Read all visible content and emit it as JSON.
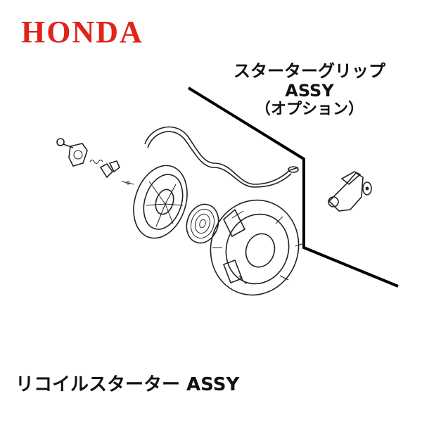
{
  "brand": {
    "logo_text": "HONDA",
    "color": "#e2231a"
  },
  "option_label": {
    "line1": "スターターグリップ",
    "line2": "ASSY",
    "line3": "（オプション）"
  },
  "main_label": "リコイルスターター ASSY"
}
